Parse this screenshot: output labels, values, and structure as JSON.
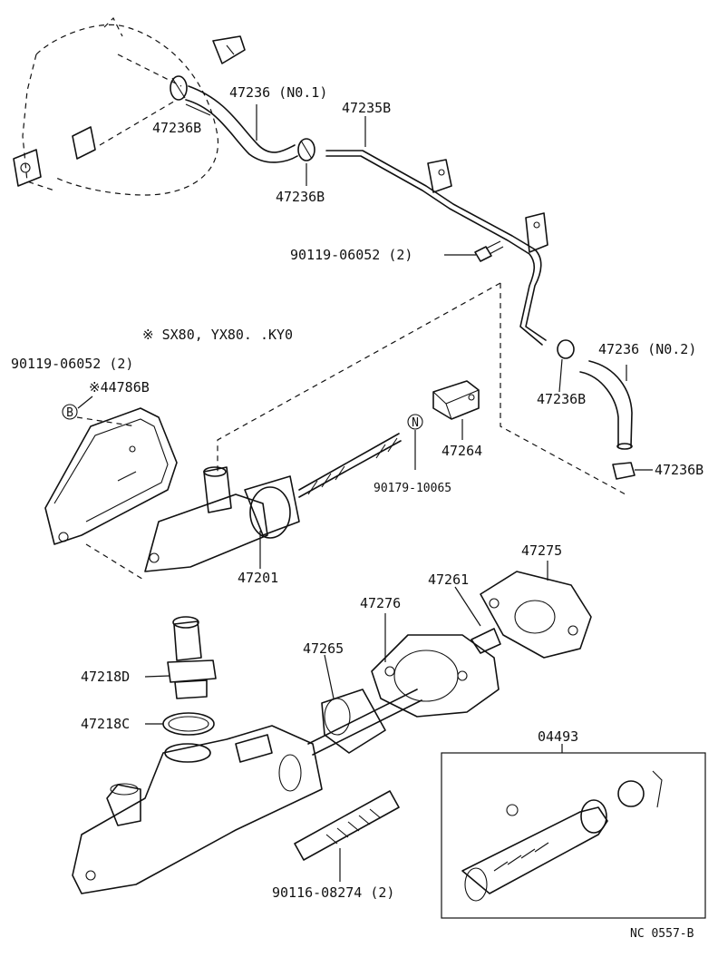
{
  "labels": {
    "hose_no1": "47236 (N0.1)",
    "clip_a": "47236B",
    "clip_b": "47236B",
    "tube": "47235B",
    "bolt_top": "90119-06052 (2)",
    "note": "※ SX80, YX80. .KY0",
    "bolt_left": "90119-06052 (2)",
    "insulator": "※44786B",
    "cyl_assy": "47201",
    "clevis": "47264",
    "nut": "90179-10065",
    "hose_no2": "47236 (N0.2)",
    "clip_c": "47236B",
    "clip_d": "47236B",
    "gasket": "47275",
    "reservoir_body": "47276",
    "push_rod": "47261",
    "boot": "47265",
    "union": "47218D",
    "gasket_ring": "47218C",
    "kit": "04493",
    "stud": "90116-08274 (2)",
    "code": "NC 0557-B",
    "mark_b": "B",
    "mark_n": "N"
  }
}
